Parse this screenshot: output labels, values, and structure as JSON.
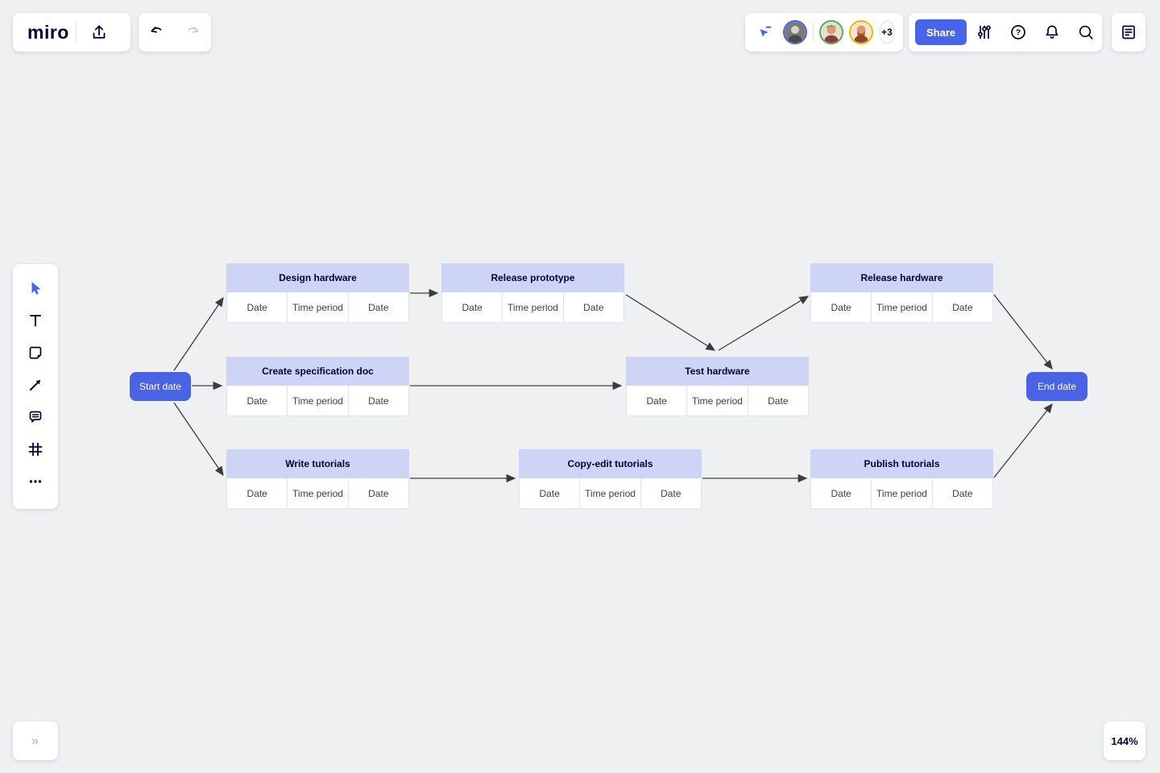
{
  "header": {
    "logo": "miro",
    "share_label": "Share",
    "presence": {
      "avatars": [
        {
          "ring": "#4765e8"
        },
        {
          "ring": "#4caf50"
        },
        {
          "ring": "#f5b301"
        }
      ],
      "overflow": "+3"
    }
  },
  "icons": {
    "collapse_chevrons": "»"
  },
  "footer": {
    "zoom_level": "144%"
  },
  "colors": {
    "accent_blue": "#4765e8",
    "node_blue": "#4a63e4",
    "task_header_lavender": "#cdd4f6",
    "dark_navy": "#050038",
    "canvas": "#eff0f2"
  },
  "diagram": {
    "start": {
      "label": "Start date"
    },
    "end": {
      "label": "End date"
    },
    "tasks": [
      {
        "id": "design-hardware",
        "title": "Design hardware",
        "cells": [
          "Date",
          "Time period",
          "Date"
        ]
      },
      {
        "id": "release-prototype",
        "title": "Release prototype",
        "cells": [
          "Date",
          "Time period",
          "Date"
        ]
      },
      {
        "id": "release-hardware",
        "title": "Release hardware",
        "cells": [
          "Date",
          "Time period",
          "Date"
        ]
      },
      {
        "id": "create-specification-doc",
        "title": "Create specification doc",
        "cells": [
          "Date",
          "Time period",
          "Date"
        ]
      },
      {
        "id": "test-hardware",
        "title": "Test hardware",
        "cells": [
          "Date",
          "Time period",
          "Date"
        ]
      },
      {
        "id": "write-tutorials",
        "title": "Write tutorials",
        "cells": [
          "Date",
          "Time period",
          "Date"
        ]
      },
      {
        "id": "copy-edit-tutorials",
        "title": "Copy-edit tutorials",
        "cells": [
          "Date",
          "Time period",
          "Date"
        ]
      },
      {
        "id": "publish-tutorials",
        "title": "Publish tutorials",
        "cells": [
          "Date",
          "Time period",
          "Date"
        ]
      }
    ],
    "connections": [
      {
        "from": "start",
        "to": "design-hardware"
      },
      {
        "from": "start",
        "to": "create-specification-doc"
      },
      {
        "from": "start",
        "to": "write-tutorials"
      },
      {
        "from": "design-hardware",
        "to": "release-prototype"
      },
      {
        "from": "release-prototype",
        "to": "test-hardware"
      },
      {
        "from": "test-hardware",
        "to": "release-hardware"
      },
      {
        "from": "create-specification-doc",
        "to": "test-hardware"
      },
      {
        "from": "write-tutorials",
        "to": "copy-edit-tutorials"
      },
      {
        "from": "copy-edit-tutorials",
        "to": "publish-tutorials"
      },
      {
        "from": "release-hardware",
        "to": "end"
      },
      {
        "from": "publish-tutorials",
        "to": "end"
      }
    ]
  }
}
